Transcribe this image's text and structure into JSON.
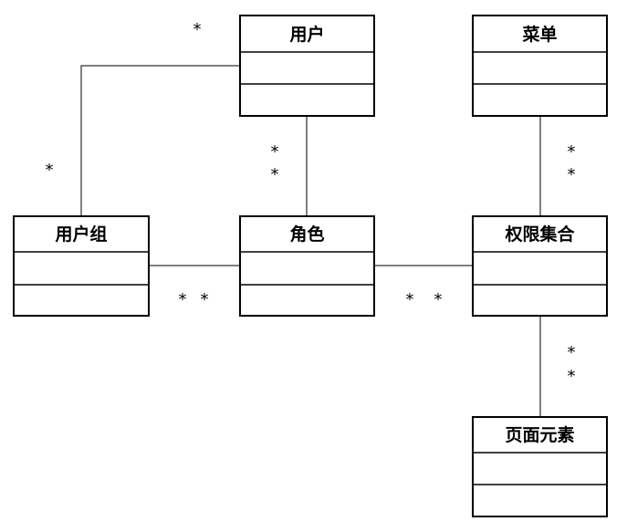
{
  "classes": {
    "user": {
      "name": "用户"
    },
    "menu": {
      "name": "菜单"
    },
    "user_group": {
      "name": "用户组"
    },
    "role": {
      "name": "角色"
    },
    "permission_set": {
      "name": "权限集合"
    },
    "page_element": {
      "name": "页面元素"
    }
  },
  "multiplicities": {
    "user_group_user_at_user": "*",
    "user_group_user_at_group": "*",
    "user_role_at_role_1": "*",
    "user_role_at_role_2": "*",
    "group_role_1": "*",
    "group_role_2": "*",
    "role_perm_1": "*",
    "role_perm_2": "*",
    "menu_perm_1": "*",
    "menu_perm_2": "*",
    "perm_page_1": "*",
    "perm_page_2": "*"
  }
}
